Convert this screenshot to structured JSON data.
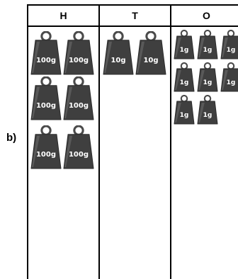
{
  "row_label": "b)",
  "columns": [
    {
      "heading": "H",
      "weight_label": "100g",
      "count": 6
    },
    {
      "heading": "T",
      "weight_label": "10g",
      "count": 2
    },
    {
      "heading": "O",
      "weight_label": "1g",
      "count": 8
    }
  ],
  "colors": {
    "weight_body": "#3f3f3f",
    "weight_ring": "#4a4a4a",
    "line": "#000000"
  }
}
